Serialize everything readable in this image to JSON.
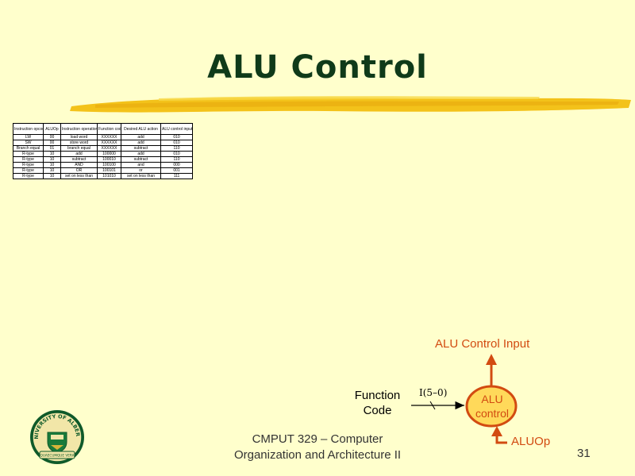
{
  "slide": {
    "title": "ALU Control",
    "course_line1": "CMPUT 329 – Computer",
    "course_line2": "Organization and Architecture II",
    "page_number": "31"
  },
  "table": {
    "headers": [
      "Instruction opcode",
      "ALUOp",
      "Instruction operation",
      "Function code",
      "Desired ALU action",
      "ALU control input"
    ],
    "rows": [
      [
        "LW",
        "00",
        "load word",
        "XXXXXX",
        "add",
        "010"
      ],
      [
        "SW",
        "00",
        "store word",
        "XXXXXX",
        "add",
        "010"
      ],
      [
        "Branch equal",
        "01",
        "branch equal",
        "XXXXXX",
        "subtract",
        "110"
      ],
      [
        "R-type",
        "10",
        "add",
        "100000",
        "add",
        "010"
      ],
      [
        "R-type",
        "10",
        "subtract",
        "100010",
        "subtract",
        "110"
      ],
      [
        "R-type",
        "10",
        "AND",
        "100100",
        "and",
        "000"
      ],
      [
        "R-type",
        "10",
        "OR",
        "100101",
        "or",
        "001"
      ],
      [
        "R-type",
        "10",
        "set on less than",
        "101010",
        "set on less than",
        "111"
      ]
    ]
  },
  "diagram": {
    "alu_control_input_label": "ALU Control Input",
    "function_label_line1": "Function",
    "function_label_line2": "Code",
    "bits_label": "I(5–0)",
    "oval_line1": "ALU",
    "oval_line2": "control",
    "aluop_label": "ALUOp"
  },
  "colors": {
    "background": "#ffffcc",
    "title": "#0f3a19",
    "accent": "#d24b11",
    "highlight": "#f3c21a"
  },
  "icons": {
    "logo": "university-of-alberta-seal"
  },
  "logo_text": {
    "top": "UNIVERSITY OF ALBERTA",
    "motto": "QUAECUMQUE VERA"
  }
}
